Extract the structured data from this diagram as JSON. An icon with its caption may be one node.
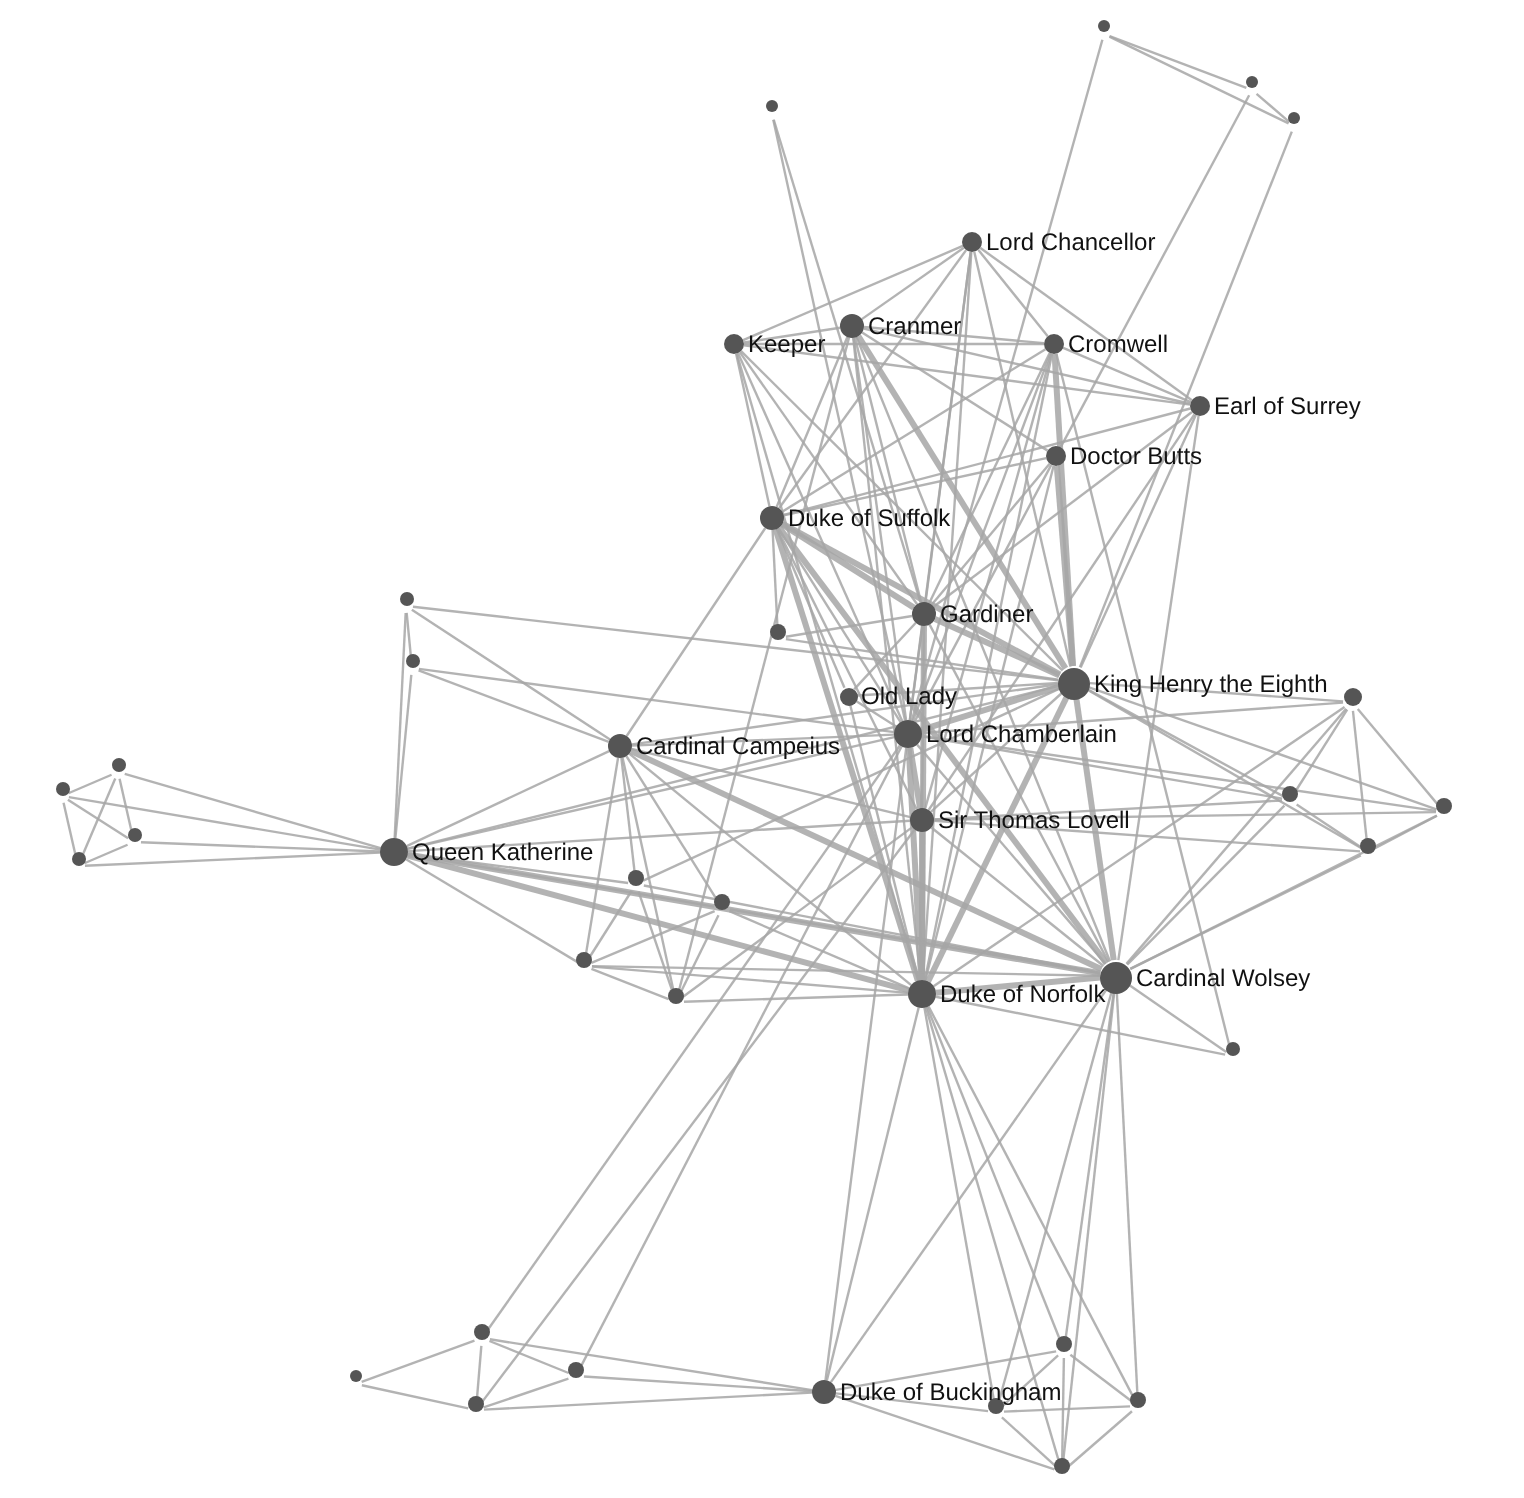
{
  "diagram": {
    "nodes": [
      {
        "text": [],
        "shape": "circle"
      },
      {
        "text": [],
        "shape": "circle"
      },
      {
        "text": [],
        "shape": "circle"
      },
      {
        "text": [],
        "shape": "circle"
      },
      {
        "text": [
          "Lord Chancellor"
        ]
      },
      {
        "text": [
          "Keeper"
        ]
      },
      {
        "text": [
          "Cranmer"
        ]
      },
      {
        "text": [
          "Cromwell"
        ]
      },
      {
        "text": [
          "Earl of Surrey"
        ]
      },
      {
        "text": [
          "Doctor Butts"
        ]
      },
      {
        "text": [
          "Duke of Suffolk"
        ]
      },
      {
        "text": [],
        "shape": "circle"
      },
      {
        "text": [
          "Gardiner"
        ]
      },
      {
        "text": [],
        "shape": "circle"
      },
      {
        "text": [],
        "shape": "circle"
      },
      {
        "text": [
          "King Henry the Eighth"
        ]
      },
      {
        "text": [
          "Old Lady"
        ]
      },
      {
        "text": [],
        "shape": "circle"
      },
      {
        "text": [
          "Lord Chamberlain"
        ]
      },
      {
        "text": [
          "Cardinal Campeius"
        ]
      },
      {
        "text": [],
        "shape": "circle"
      },
      {
        "text": [],
        "shape": "circle"
      },
      {
        "text": [
          "Sir Thomas Lovell"
        ]
      },
      {
        "text": [],
        "shape": "circle"
      },
      {
        "text": [],
        "shape": "circle"
      },
      {
        "text": [],
        "shape": "circle"
      },
      {
        "text": [
          "Queen Katherine"
        ]
      },
      {
        "text": [],
        "shape": "circle"
      },
      {
        "text": [],
        "shape": "circle"
      },
      {
        "text": [],
        "shape": "circle"
      },
      {
        "text": [],
        "shape": "circle"
      },
      {
        "text": [],
        "shape": "circle"
      },
      {
        "text": [
          "Duke of Norfolk"
        ]
      },
      {
        "text": [
          "Cardinal Wolsey"
        ]
      },
      {
        "text": [],
        "shape": "circle"
      },
      {
        "text": [],
        "shape": "circle"
      },
      {
        "text": [],
        "shape": "circle"
      },
      {
        "text": [],
        "shape": "circle"
      },
      {
        "text": [],
        "shape": "circle"
      },
      {
        "text": [
          "Duke of Buckingham"
        ]
      },
      {
        "text": [],
        "shape": "circle"
      },
      {
        "text": [],
        "shape": "circle"
      },
      {
        "text": [],
        "shape": "circle"
      },
      {
        "text": [],
        "shape": "circle"
      },
      {
        "text": [],
        "shape": "circle"
      }
    ],
    "edges": [
      {
        "from": 0,
        "to": 1,
        "arrow": "none"
      },
      {
        "from": 0,
        "to": 3,
        "arrow": "none"
      },
      {
        "from": 1,
        "to": 3,
        "arrow": "none"
      },
      {
        "from": 0,
        "to": 18,
        "arrow": "none"
      },
      {
        "from": 1,
        "to": 9,
        "arrow": "none"
      },
      {
        "from": 3,
        "to": 15,
        "arrow": "none"
      },
      {
        "from": 2,
        "to": 12,
        "arrow": "none"
      },
      {
        "from": 2,
        "to": 18,
        "arrow": "none"
      },
      {
        "from": 4,
        "to": 5,
        "arrow": "none"
      },
      {
        "from": 4,
        "to": 6,
        "arrow": "none"
      },
      {
        "from": 4,
        "to": 7,
        "arrow": "none"
      },
      {
        "from": 4,
        "to": 8,
        "arrow": "none"
      },
      {
        "from": 4,
        "to": 10,
        "arrow": "none"
      },
      {
        "from": 4,
        "to": 12,
        "arrow": "none"
      },
      {
        "from": 4,
        "to": 15,
        "arrow": "none"
      },
      {
        "from": 4,
        "to": 18,
        "arrow": "none"
      },
      {
        "from": 4,
        "to": 32,
        "arrow": "none"
      },
      {
        "from": 5,
        "to": 6,
        "arrow": "none"
      },
      {
        "from": 5,
        "to": 7,
        "arrow": "none"
      },
      {
        "from": 5,
        "to": 8,
        "arrow": "none"
      },
      {
        "from": 5,
        "to": 10,
        "arrow": "none"
      },
      {
        "from": 5,
        "to": 12,
        "arrow": "none"
      },
      {
        "from": 5,
        "to": 15,
        "arrow": "none"
      },
      {
        "from": 5,
        "to": 18,
        "arrow": "none"
      },
      {
        "from": 5,
        "to": 32,
        "arrow": "none"
      },
      {
        "from": 6,
        "to": 7,
        "arrow": "none"
      },
      {
        "from": 6,
        "to": 8,
        "arrow": "none"
      },
      {
        "from": 6,
        "to": 9,
        "arrow": "none"
      },
      {
        "from": 6,
        "to": 10,
        "arrow": "none"
      },
      {
        "from": 6,
        "to": 12,
        "arrow": "none"
      },
      {
        "from": 6,
        "to": 15,
        "arrow": "none",
        "style": "thick"
      },
      {
        "from": 6,
        "to": 18,
        "arrow": "none"
      },
      {
        "from": 6,
        "to": 34,
        "arrow": "none"
      },
      {
        "from": 6,
        "to": 32,
        "arrow": "none"
      },
      {
        "from": 6,
        "to": 33,
        "arrow": "none"
      },
      {
        "from": 7,
        "to": 8,
        "arrow": "none"
      },
      {
        "from": 7,
        "to": 10,
        "arrow": "none"
      },
      {
        "from": 7,
        "to": 12,
        "arrow": "none"
      },
      {
        "from": 7,
        "to": 15,
        "arrow": "none",
        "style": "thick"
      },
      {
        "from": 7,
        "to": 18,
        "arrow": "none"
      },
      {
        "from": 7,
        "to": 22,
        "arrow": "none"
      },
      {
        "from": 7,
        "to": 32,
        "arrow": "none"
      },
      {
        "from": 7,
        "to": 35,
        "arrow": "none"
      },
      {
        "from": 8,
        "to": 10,
        "arrow": "none"
      },
      {
        "from": 8,
        "to": 12,
        "arrow": "none"
      },
      {
        "from": 8,
        "to": 15,
        "arrow": "none"
      },
      {
        "from": 8,
        "to": 22,
        "arrow": "none"
      },
      {
        "from": 8,
        "to": 33,
        "arrow": "none"
      },
      {
        "from": 9,
        "to": 10,
        "arrow": "none"
      },
      {
        "from": 9,
        "to": 12,
        "arrow": "none"
      },
      {
        "from": 9,
        "to": 15,
        "arrow": "none",
        "style": "thick"
      },
      {
        "from": 9,
        "to": 18,
        "arrow": "none"
      },
      {
        "from": 9,
        "to": 32,
        "arrow": "none"
      },
      {
        "from": 10,
        "to": 12,
        "arrow": "none",
        "style": "thick"
      },
      {
        "from": 10,
        "to": 14,
        "arrow": "none"
      },
      {
        "from": 10,
        "to": 15,
        "arrow": "none",
        "style": "thick"
      },
      {
        "from": 10,
        "to": 16,
        "arrow": "none"
      },
      {
        "from": 10,
        "to": 18,
        "arrow": "none"
      },
      {
        "from": 10,
        "to": 22,
        "arrow": "none"
      },
      {
        "from": 10,
        "to": 32,
        "arrow": "none",
        "style": "thick"
      },
      {
        "from": 10,
        "to": 33,
        "arrow": "none",
        "style": "thick"
      },
      {
        "from": 10,
        "to": 19,
        "arrow": "none"
      },
      {
        "from": 11,
        "to": 13,
        "arrow": "none"
      },
      {
        "from": 11,
        "to": 26,
        "arrow": "none"
      },
      {
        "from": 11,
        "to": 19,
        "arrow": "none"
      },
      {
        "from": 11,
        "to": 15,
        "arrow": "none"
      },
      {
        "from": 13,
        "to": 26,
        "arrow": "none"
      },
      {
        "from": 13,
        "to": 19,
        "arrow": "none"
      },
      {
        "from": 13,
        "to": 18,
        "arrow": "none"
      },
      {
        "from": 14,
        "to": 15,
        "arrow": "none"
      },
      {
        "from": 14,
        "to": 12,
        "arrow": "none"
      },
      {
        "from": 12,
        "to": 15,
        "arrow": "none",
        "style": "thick"
      },
      {
        "from": 12,
        "to": 16,
        "arrow": "none"
      },
      {
        "from": 12,
        "to": 18,
        "arrow": "none"
      },
      {
        "from": 12,
        "to": 22,
        "arrow": "none"
      },
      {
        "from": 12,
        "to": 32,
        "arrow": "none",
        "style": "thick"
      },
      {
        "from": 12,
        "to": 33,
        "arrow": "none"
      },
      {
        "from": 15,
        "to": 16,
        "arrow": "none"
      },
      {
        "from": 15,
        "to": 17,
        "arrow": "none"
      },
      {
        "from": 15,
        "to": 18,
        "arrow": "none",
        "style": "thick"
      },
      {
        "from": 15,
        "to": 19,
        "arrow": "none"
      },
      {
        "from": 15,
        "to": 22,
        "arrow": "none"
      },
      {
        "from": 15,
        "to": 23,
        "arrow": "none"
      },
      {
        "from": 15,
        "to": 24,
        "arrow": "none"
      },
      {
        "from": 15,
        "to": 26,
        "arrow": "none"
      },
      {
        "from": 15,
        "to": 27,
        "arrow": "none"
      },
      {
        "from": 15,
        "to": 32,
        "arrow": "none",
        "style": "thick"
      },
      {
        "from": 15,
        "to": 33,
        "arrow": "none",
        "style": "thick"
      },
      {
        "from": 15,
        "to": 29,
        "arrow": "none"
      },
      {
        "from": 16,
        "to": 18,
        "arrow": "none"
      },
      {
        "from": 16,
        "to": 32,
        "arrow": "none"
      },
      {
        "from": 17,
        "to": 23,
        "arrow": "none"
      },
      {
        "from": 17,
        "to": 24,
        "arrow": "none"
      },
      {
        "from": 17,
        "to": 27,
        "arrow": "none"
      },
      {
        "from": 17,
        "to": 18,
        "arrow": "none"
      },
      {
        "from": 17,
        "to": 33,
        "arrow": "none"
      },
      {
        "from": 17,
        "to": 32,
        "arrow": "none"
      },
      {
        "from": 18,
        "to": 19,
        "arrow": "none"
      },
      {
        "from": 18,
        "to": 22,
        "arrow": "none",
        "style": "thick"
      },
      {
        "from": 18,
        "to": 23,
        "arrow": "none"
      },
      {
        "from": 18,
        "to": 24,
        "arrow": "none"
      },
      {
        "from": 18,
        "to": 26,
        "arrow": "none"
      },
      {
        "from": 18,
        "to": 32,
        "arrow": "none",
        "style": "thick"
      },
      {
        "from": 18,
        "to": 33,
        "arrow": "none"
      },
      {
        "from": 19,
        "to": 26,
        "arrow": "none"
      },
      {
        "from": 19,
        "to": 29,
        "arrow": "none"
      },
      {
        "from": 19,
        "to": 30,
        "arrow": "none"
      },
      {
        "from": 19,
        "to": 31,
        "arrow": "none"
      },
      {
        "from": 19,
        "to": 34,
        "arrow": "none"
      },
      {
        "from": 19,
        "to": 32,
        "arrow": "none"
      },
      {
        "from": 19,
        "to": 33,
        "arrow": "none",
        "style": "thick"
      },
      {
        "from": 19,
        "to": 22,
        "arrow": "none"
      },
      {
        "from": 20,
        "to": 21,
        "arrow": "none"
      },
      {
        "from": 20,
        "to": 25,
        "arrow": "none"
      },
      {
        "from": 20,
        "to": 28,
        "arrow": "none"
      },
      {
        "from": 20,
        "to": 26,
        "arrow": "none"
      },
      {
        "from": 21,
        "to": 25,
        "arrow": "none"
      },
      {
        "from": 21,
        "to": 28,
        "arrow": "none"
      },
      {
        "from": 21,
        "to": 26,
        "arrow": "none"
      },
      {
        "from": 25,
        "to": 26,
        "arrow": "none"
      },
      {
        "from": 25,
        "to": 28,
        "arrow": "none"
      },
      {
        "from": 28,
        "to": 26,
        "arrow": "none"
      },
      {
        "from": 22,
        "to": 23,
        "arrow": "none"
      },
      {
        "from": 22,
        "to": 24,
        "arrow": "none"
      },
      {
        "from": 22,
        "to": 26,
        "arrow": "none"
      },
      {
        "from": 22,
        "to": 32,
        "arrow": "none",
        "style": "thick"
      },
      {
        "from": 22,
        "to": 33,
        "arrow": "none"
      },
      {
        "from": 22,
        "to": 27,
        "arrow": "none"
      },
      {
        "from": 23,
        "to": 27,
        "arrow": "none"
      },
      {
        "from": 23,
        "to": 33,
        "arrow": "none"
      },
      {
        "from": 24,
        "to": 27,
        "arrow": "none"
      },
      {
        "from": 24,
        "to": 33,
        "arrow": "none"
      },
      {
        "from": 26,
        "to": 29,
        "arrow": "none"
      },
      {
        "from": 26,
        "to": 30,
        "arrow": "none"
      },
      {
        "from": 26,
        "to": 31,
        "arrow": "none"
      },
      {
        "from": 26,
        "to": 32,
        "arrow": "none",
        "style": "thick"
      },
      {
        "from": 26,
        "to": 33,
        "arrow": "none",
        "style": "thick"
      },
      {
        "from": 27,
        "to": 33,
        "arrow": "none"
      },
      {
        "from": 29,
        "to": 31,
        "arrow": "none"
      },
      {
        "from": 29,
        "to": 33,
        "arrow": "none"
      },
      {
        "from": 29,
        "to": 34,
        "arrow": "none"
      },
      {
        "from": 30,
        "to": 31,
        "arrow": "none"
      },
      {
        "from": 30,
        "to": 34,
        "arrow": "none"
      },
      {
        "from": 30,
        "to": 33,
        "arrow": "none"
      },
      {
        "from": 30,
        "to": 32,
        "arrow": "none"
      },
      {
        "from": 31,
        "to": 34,
        "arrow": "none"
      },
      {
        "from": 31,
        "to": 32,
        "arrow": "none"
      },
      {
        "from": 31,
        "to": 33,
        "arrow": "none"
      },
      {
        "from": 34,
        "to": 32,
        "arrow": "none"
      },
      {
        "from": 34,
        "to": 22,
        "arrow": "none"
      },
      {
        "from": 32,
        "to": 33,
        "arrow": "none",
        "style": "thick"
      },
      {
        "from": 32,
        "to": 35,
        "arrow": "none"
      },
      {
        "from": 32,
        "to": 39,
        "arrow": "none"
      },
      {
        "from": 32,
        "to": 40,
        "arrow": "none"
      },
      {
        "from": 32,
        "to": 42,
        "arrow": "none"
      },
      {
        "from": 32,
        "to": 43,
        "arrow": "none"
      },
      {
        "from": 32,
        "to": 44,
        "arrow": "none"
      },
      {
        "from": 33,
        "to": 35,
        "arrow": "none"
      },
      {
        "from": 33,
        "to": 39,
        "arrow": "none"
      },
      {
        "from": 33,
        "to": 40,
        "arrow": "none"
      },
      {
        "from": 33,
        "to": 42,
        "arrow": "none"
      },
      {
        "from": 33,
        "to": 43,
        "arrow": "none"
      },
      {
        "from": 33,
        "to": 44,
        "arrow": "none"
      },
      {
        "from": 36,
        "to": 38,
        "arrow": "none"
      },
      {
        "from": 36,
        "to": 41,
        "arrow": "none"
      },
      {
        "from": 36,
        "to": 37,
        "arrow": "none"
      },
      {
        "from": 36,
        "to": 39,
        "arrow": "none"
      },
      {
        "from": 36,
        "to": 18,
        "arrow": "none"
      },
      {
        "from": 41,
        "to": 22,
        "arrow": "none"
      },
      {
        "from": 37,
        "to": 18,
        "arrow": "none"
      },
      {
        "from": 38,
        "to": 41,
        "arrow": "none"
      },
      {
        "from": 41,
        "to": 37,
        "arrow": "none"
      },
      {
        "from": 41,
        "to": 39,
        "arrow": "none"
      },
      {
        "from": 37,
        "to": 39,
        "arrow": "none"
      },
      {
        "from": 39,
        "to": 40,
        "arrow": "none"
      },
      {
        "from": 39,
        "to": 42,
        "arrow": "none"
      },
      {
        "from": 39,
        "to": 44,
        "arrow": "none"
      },
      {
        "from": 39,
        "to": 18,
        "arrow": "none"
      },
      {
        "from": 40,
        "to": 42,
        "arrow": "none"
      },
      {
        "from": 40,
        "to": 43,
        "arrow": "none"
      },
      {
        "from": 40,
        "to": 44,
        "arrow": "none"
      },
      {
        "from": 42,
        "to": 43,
        "arrow": "none"
      },
      {
        "from": 42,
        "to": 44,
        "arrow": "none"
      },
      {
        "from": 43,
        "to": 44,
        "arrow": "none"
      }
    ]
  }
}
